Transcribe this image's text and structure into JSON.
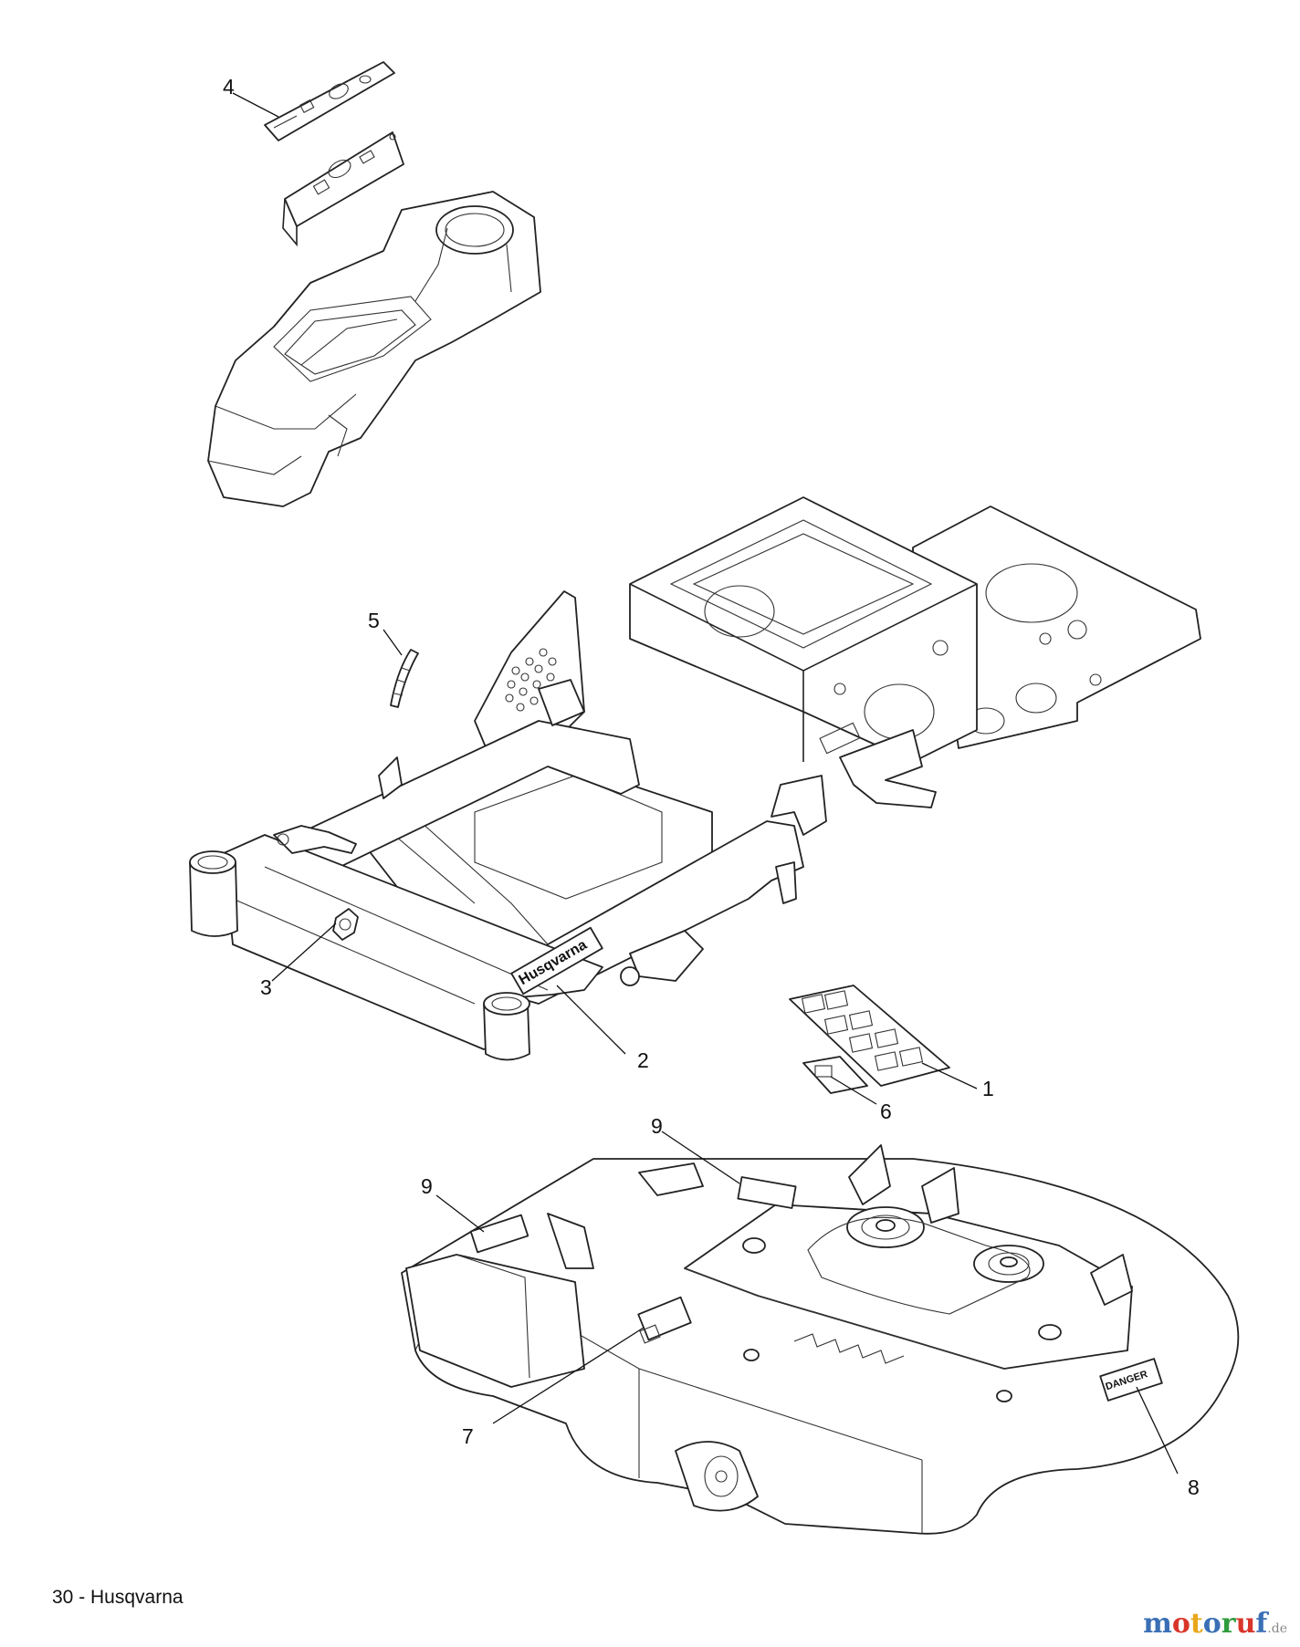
{
  "callouts": {
    "c1": "1",
    "c2": "2",
    "c3": "3",
    "c4": "4",
    "c5": "5",
    "c6": "6",
    "c7": "7",
    "c8": "8",
    "c9a": "9",
    "c9b": "9"
  },
  "decals": {
    "frame_brand": "Husqvarna",
    "danger_label": "DANGER"
  },
  "footer": {
    "page_label": "30 - Husqvarna"
  },
  "watermark": {
    "letters": [
      "m",
      "o",
      "t",
      "o",
      "r",
      "u",
      "f"
    ],
    "colors": [
      "#3a6fb5",
      "#d9362b",
      "#e8a71c",
      "#3a6fb5",
      "#2f9b3c",
      "#d9362b",
      "#3a6fb5"
    ],
    "suffix": ".de"
  }
}
